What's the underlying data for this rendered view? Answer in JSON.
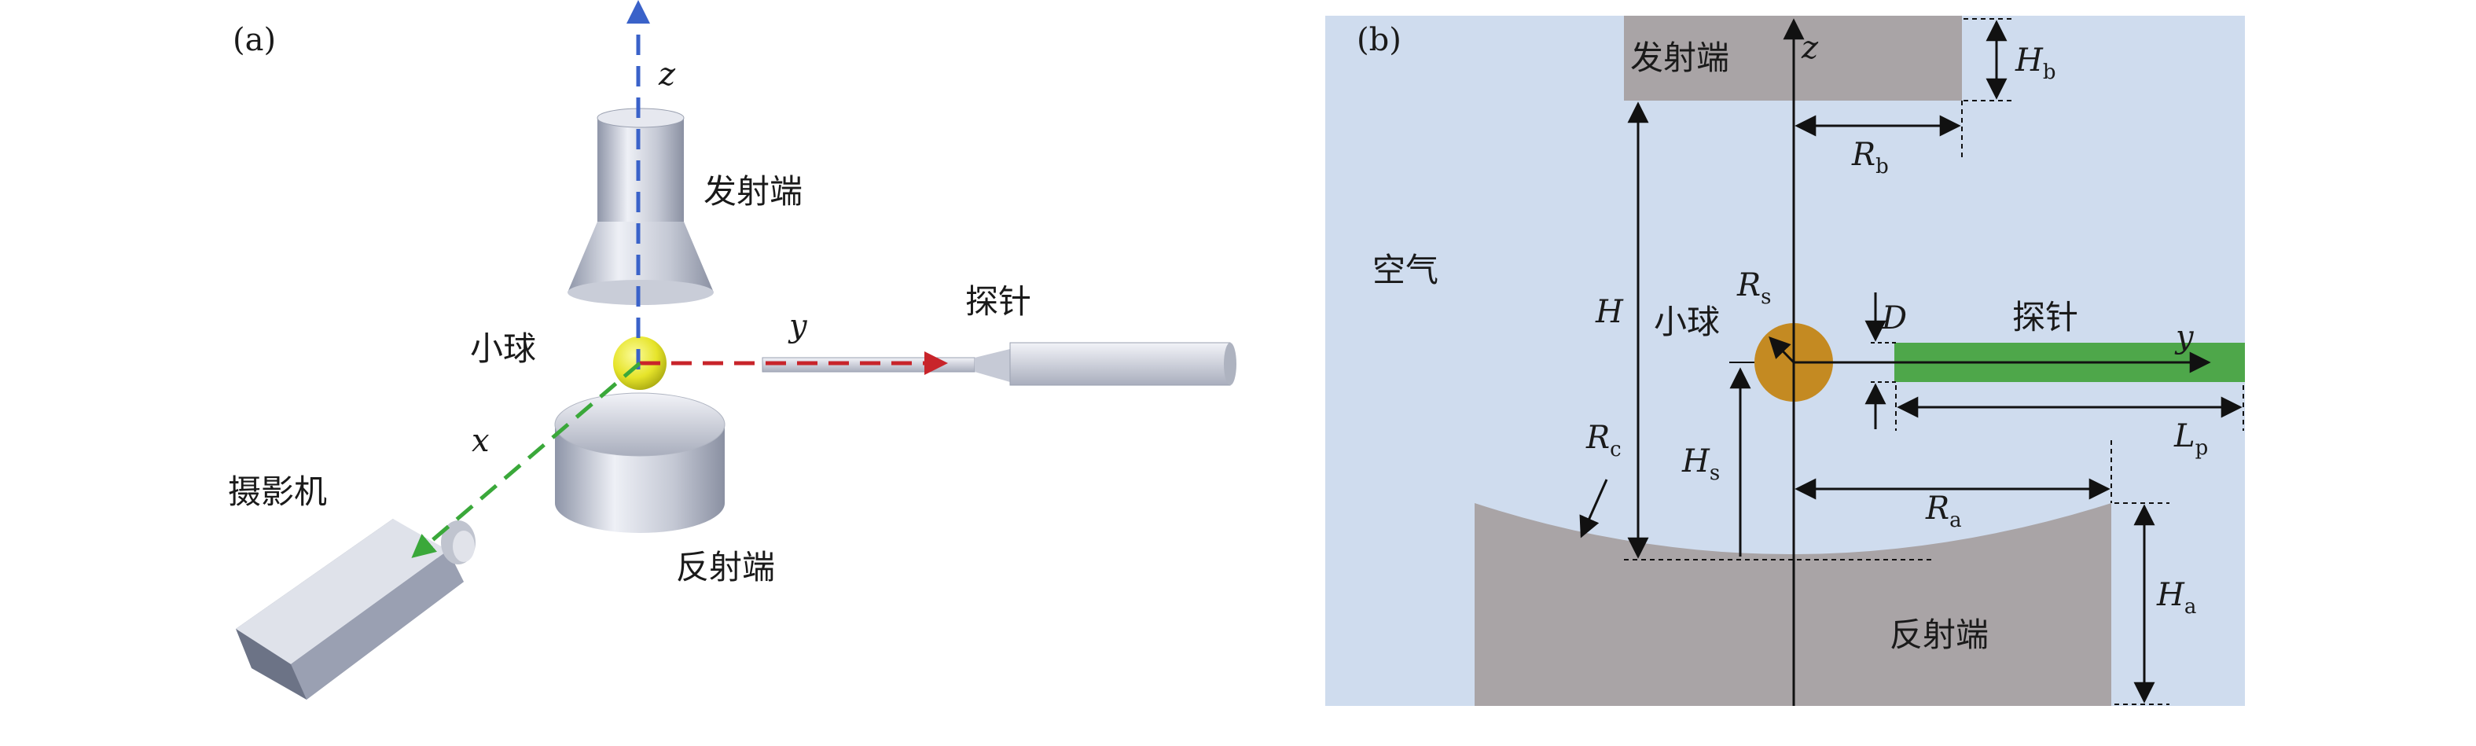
{
  "panel_a": {
    "label": "(a)",
    "axis_z": "z",
    "axis_y": "y",
    "axis_x": "x",
    "emitter": "发射端",
    "ball": "小球",
    "probe": "探针",
    "reflector": "反射端",
    "camera": "摄影机",
    "colors": {
      "z_axis": "#3a62c9",
      "y_axis": "#c8242a",
      "x_axis": "#3aa83a",
      "ball": "#e8e62a"
    }
  },
  "panel_b": {
    "label": "(b)",
    "emitter": "发射端",
    "air": "空气",
    "ball": "小球",
    "probe": "探针",
    "reflector": "反射端",
    "axis_z": "z",
    "axis_y": "y",
    "symbols": {
      "Hb": {
        "main": "H",
        "sub": "b"
      },
      "Rb": {
        "main": "R",
        "sub": "b"
      },
      "H": {
        "main": "H",
        "sub": ""
      },
      "Rs": {
        "main": "R",
        "sub": "s"
      },
      "D": {
        "main": "D",
        "sub": ""
      },
      "Rc": {
        "main": "R",
        "sub": "c"
      },
      "Hs": {
        "main": "H",
        "sub": "s"
      },
      "Ra": {
        "main": "R",
        "sub": "a"
      },
      "Lp": {
        "main": "L",
        "sub": "p"
      },
      "Ha": {
        "main": "H",
        "sub": "a"
      }
    },
    "colors": {
      "air": "#cfdcee",
      "transducer": "#a9a4a6",
      "ball": "#c48a22",
      "probe": "#4ea74a"
    }
  }
}
